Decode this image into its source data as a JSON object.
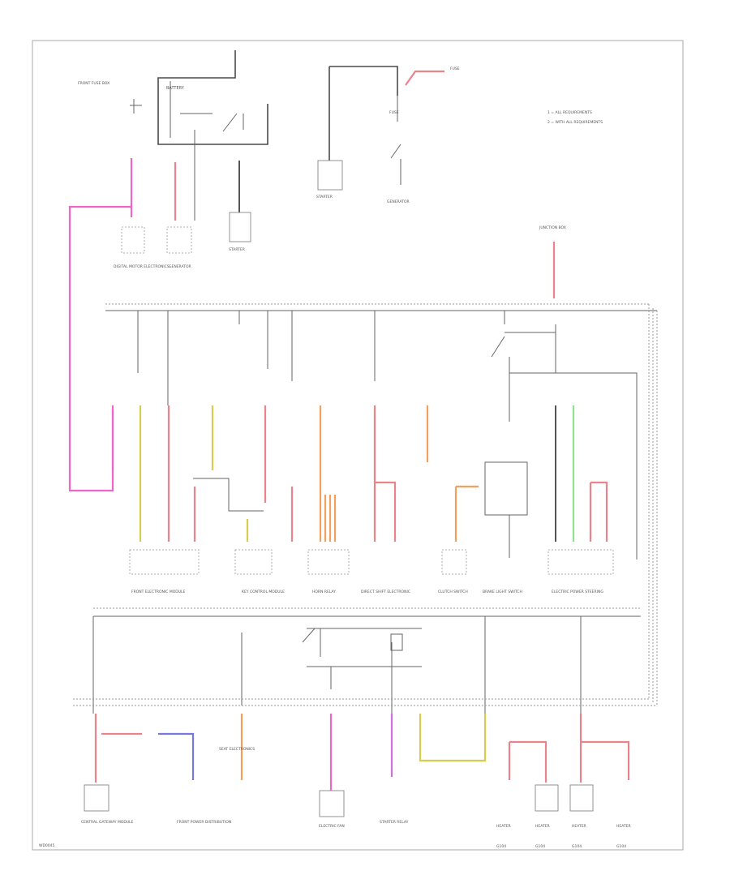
{
  "labels": {
    "fuse_box_front": "FRONT FUSE BOX",
    "battery": "BATTERY",
    "starter": "STARTER",
    "starter_2": "STARTER",
    "generator": "GENERATOR",
    "generator_2": "GENERATOR",
    "fuse_c": "FUSE",
    "fuse_c_2": "FUSE",
    "dme": "DIGITAL MOTOR ELECTRONICS",
    "junction_box": "JUNCTION BOX",
    "legend_1": "1  =  ALL REQUIREMENTS",
    "legend_2": "2  =  WITH ALL REQUIREMENTS",
    "module_1": "FRONT ELECTRONIC MODULE",
    "module_2": "KEY CONTROL MODULE",
    "module_3": "HORN RELAY",
    "module_4": "DIRECT SHIFT ELECTRONIC",
    "module_5": "CLUTCH SWITCH",
    "module_6": "BRAKE LIGHT SWITCH",
    "module_7": "ELECTRIC POWER STEERING",
    "bottom_1": "CENTRAL GATEWAY MODULE",
    "bottom_2": "FRONT POWER DISTRIBUTION",
    "bottom_3": "ELECTRIC FAN",
    "bottom_4": "STARTER RELAY",
    "bottom_5": "SEAT ELECTRONICS",
    "heater_1": "HEATER",
    "heater_2": "HEATER",
    "heater_3": "HEATER",
    "heater_4": "HEATER",
    "ground_1": "G104",
    "ground_2": "G104",
    "ground_3": "G104",
    "ground_4": "G104",
    "page_id": "WD0045"
  }
}
